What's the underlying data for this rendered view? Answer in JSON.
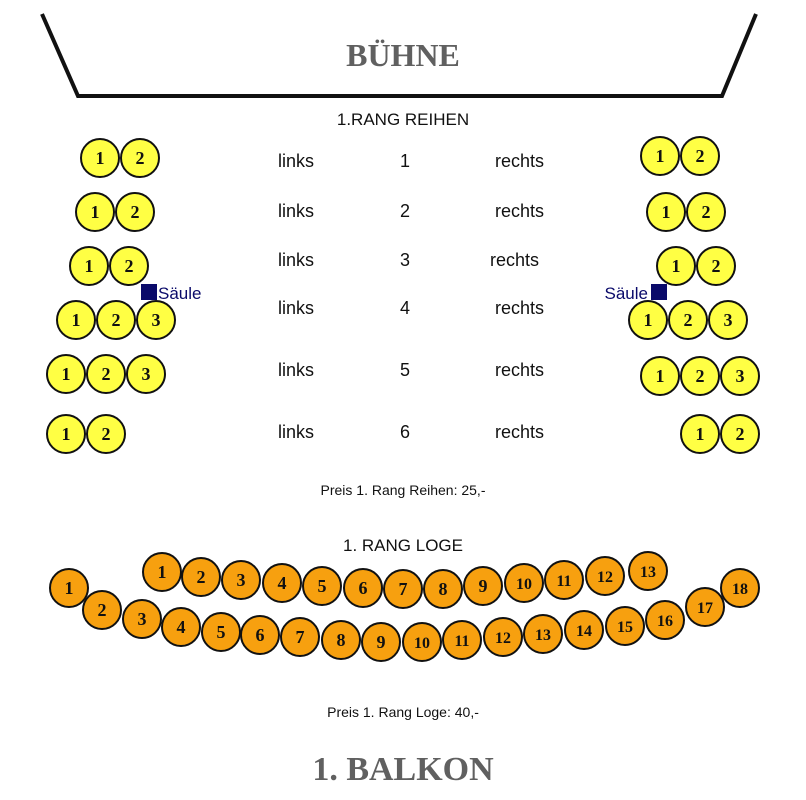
{
  "stage": {
    "label": "BÜHNE"
  },
  "rang_reihen": {
    "title": "1.RANG REIHEN",
    "price": "Preis 1. Rang Reihen: 25,-",
    "pillar_label": "Säule",
    "seat_color": "#ffff44",
    "rows": [
      {
        "row": "1",
        "left_label": "links",
        "right_label": "rechts",
        "left_seats": [
          "1",
          "2"
        ],
        "right_seats": [
          "1",
          "2"
        ]
      },
      {
        "row": "2",
        "left_label": "links",
        "right_label": "rechts",
        "left_seats": [
          "1",
          "2"
        ],
        "right_seats": [
          "1",
          "2"
        ]
      },
      {
        "row": "3",
        "left_label": "links",
        "right_label": "rechts",
        "left_seats": [
          "1",
          "2"
        ],
        "right_seats": [
          "1",
          "2"
        ]
      },
      {
        "row": "4",
        "left_label": "links",
        "right_label": "rechts",
        "left_seats": [
          "1",
          "2",
          "3"
        ],
        "right_seats": [
          "1",
          "2",
          "3"
        ]
      },
      {
        "row": "5",
        "left_label": "links",
        "right_label": "rechts",
        "left_seats": [
          "1",
          "2",
          "3"
        ],
        "right_seats": [
          "1",
          "2",
          "3"
        ]
      },
      {
        "row": "6",
        "left_label": "links",
        "right_label": "rechts",
        "left_seats": [
          "1",
          "2"
        ],
        "right_seats": [
          "1",
          "2"
        ]
      }
    ]
  },
  "rang_loge": {
    "title": "1. RANG LOGE",
    "price": "Preis 1. Rang Loge: 40,-",
    "seat_color": "#f7a00f",
    "front_row_seats": [
      "1",
      "2",
      "3",
      "4",
      "5",
      "6",
      "7",
      "8",
      "9",
      "10",
      "11",
      "12",
      "13",
      "14",
      "15",
      "16",
      "17",
      "18"
    ],
    "back_row_seats": [
      "1",
      "2",
      "3",
      "4",
      "5",
      "6",
      "7",
      "8",
      "9",
      "10",
      "11",
      "12",
      "13"
    ]
  },
  "balkon": {
    "label": "1. BALKON"
  },
  "colors": {
    "pillar": "#0a0a6a",
    "section_title_gray": "#606060",
    "seat_outline": "#111111"
  }
}
